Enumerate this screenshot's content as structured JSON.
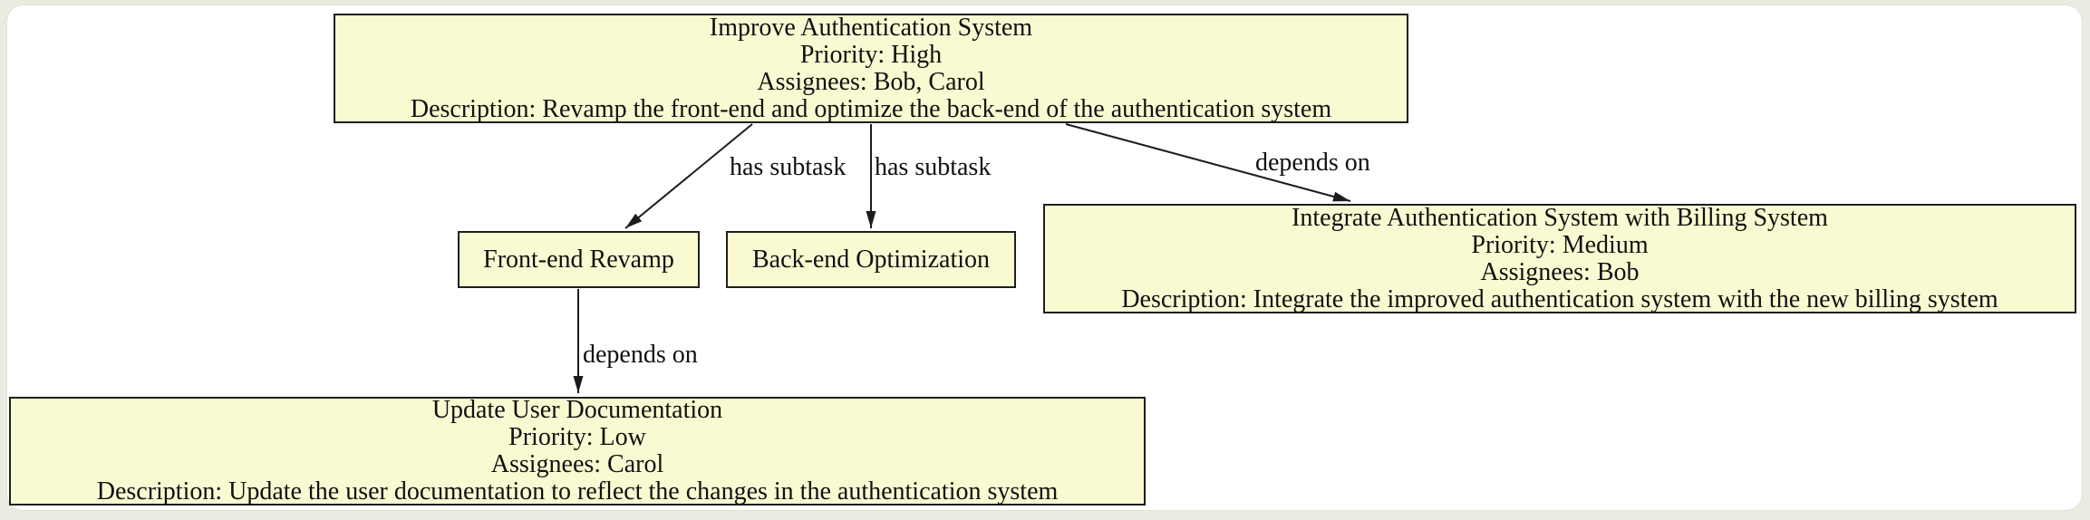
{
  "diagram": {
    "type": "task-dependency-graph",
    "nodes": [
      {
        "id": "improve-authentication-system",
        "lines": [
          "Improve Authentication System",
          "Priority: High",
          "Assignees: Bob, Carol",
          "Description: Revamp the front-end and optimize the back-end of the authentication system"
        ]
      },
      {
        "id": "front-end-revamp",
        "lines": [
          "Front-end Revamp"
        ]
      },
      {
        "id": "back-end-optimization",
        "lines": [
          "Back-end Optimization"
        ]
      },
      {
        "id": "integrate-authentication-system-with-billing-system",
        "lines": [
          "Integrate Authentication System with Billing System",
          "Priority: Medium",
          "Assignees: Bob",
          "Description: Integrate the improved authentication system with the new billing system"
        ]
      },
      {
        "id": "update-user-documentation",
        "lines": [
          "Update User Documentation",
          "Priority: Low",
          "Assignees: Carol",
          "Description: Update the user documentation to reflect the changes in the authentication system"
        ]
      }
    ],
    "edges": [
      {
        "from": "improve-authentication-system",
        "to": "front-end-revamp",
        "label": "has subtask"
      },
      {
        "from": "improve-authentication-system",
        "to": "back-end-optimization",
        "label": "has subtask"
      },
      {
        "from": "improve-authentication-system",
        "to": "integrate-authentication-system-with-billing-system",
        "label": "depends on"
      },
      {
        "from": "front-end-revamp",
        "to": "update-user-documentation",
        "label": "depends on"
      }
    ],
    "colors": {
      "node_fill": "#fafad2",
      "node_border": "#1f1f1f",
      "edge": "#1c1c1c",
      "text": "#111111",
      "canvas": "#ffffff",
      "backdrop": "#ebece1"
    }
  }
}
